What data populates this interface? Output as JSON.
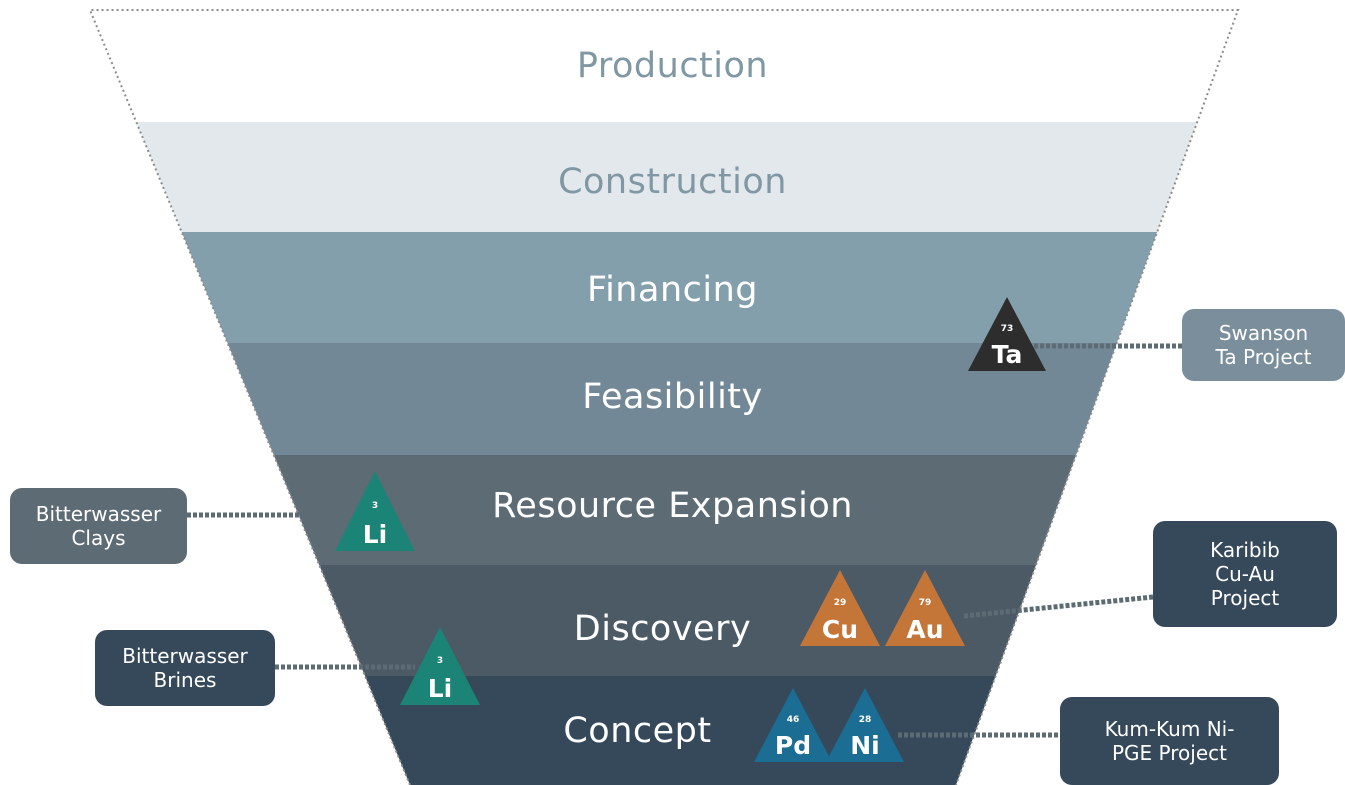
{
  "colors": {
    "production": "#ffffff",
    "construction": "#e3e8ec",
    "financing": "#849fac",
    "feasibility": "#728896",
    "resource_expansion": "#5d6b74",
    "discovery": "#4c5a66",
    "concept": "#35495b",
    "outline": "#8c8c8c",
    "label_light": "#7f98a4",
    "label_white": "#ffffff",
    "tantalum": "#2d2d2d",
    "lithium": "#1c8477",
    "copper_gold": "#c47538",
    "pd_ni": "#1b6d94",
    "box_light": "#7a8e9b",
    "box_mid": "#5d6b74",
    "box_dark": "#35495b",
    "leader": "#5d6b74"
  },
  "stages": [
    {
      "label": "Production"
    },
    {
      "label": "Construction"
    },
    {
      "label": "Financing"
    },
    {
      "label": "Feasibility"
    },
    {
      "label": "Resource Expansion"
    },
    {
      "label": "Discovery"
    },
    {
      "label": "Concept"
    }
  ],
  "elements": [
    {
      "symbol": "Ta",
      "number": "73",
      "color_key": "tantalum"
    },
    {
      "symbol": "Li",
      "number": "3",
      "color_key": "lithium"
    },
    {
      "symbol": "Cu",
      "number": "29",
      "color_key": "copper_gold"
    },
    {
      "symbol": "Au",
      "number": "79",
      "color_key": "copper_gold"
    },
    {
      "symbol": "Li",
      "number": "3",
      "color_key": "lithium"
    },
    {
      "symbol": "Pd",
      "number": "46",
      "color_key": "pd_ni"
    },
    {
      "symbol": "Ni",
      "number": "28",
      "color_key": "pd_ni"
    }
  ],
  "projects": [
    {
      "lines": [
        "Swanson",
        "Ta Project"
      ]
    },
    {
      "lines": [
        "Bitterwasser",
        "Clays"
      ]
    },
    {
      "lines": [
        "Karibib",
        "Cu-Au",
        "Project"
      ]
    },
    {
      "lines": [
        "Bitterwasser",
        "Brines"
      ]
    },
    {
      "lines": [
        "Kum-Kum Ni-",
        "PGE Project"
      ]
    }
  ]
}
